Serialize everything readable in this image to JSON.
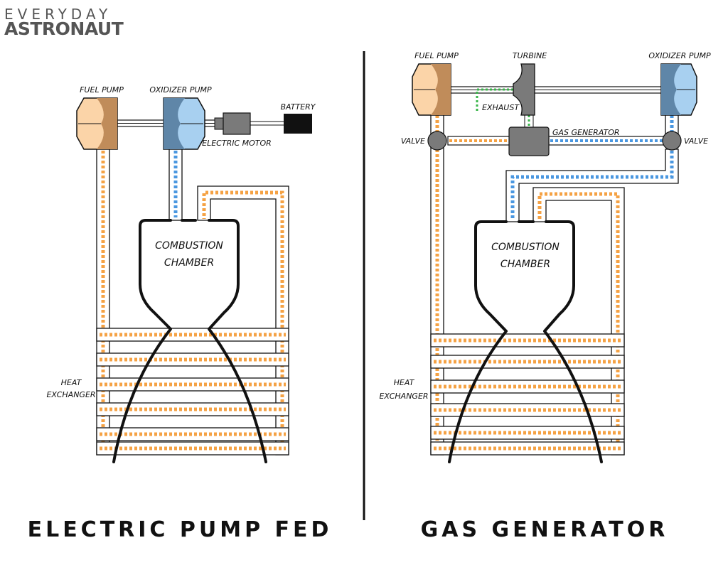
{
  "logo": {
    "line1": "EVERYDAY",
    "line2": "ASTRONAUT"
  },
  "colors": {
    "fuel": "#f5a244",
    "oxidizer": "#4a97e0",
    "exhaust": "#39b54a",
    "fuel_pump_light": "#fbd4a8",
    "fuel_pump_dark": "#c08c5a",
    "ox_pump_light": "#a8d0f0",
    "ox_pump_dark": "#5f86a8",
    "grey": "#7a7a7a"
  },
  "left": {
    "title": "ELECTRIC PUMP FED",
    "fuel_pump": "FUEL PUMP",
    "oxidizer_pump": "OXIDIZER PUMP",
    "electric_motor": "ELECTRIC MOTOR",
    "battery": "BATTERY",
    "chamber_line1": "COMBUSTION",
    "chamber_line2": "CHAMBER",
    "heat_line1": "HEAT",
    "heat_line2": "EXCHANGER"
  },
  "right": {
    "title": "GAS GENERATOR",
    "fuel_pump": "FUEL PUMP",
    "turbine": "TURBINE",
    "oxidizer_pump": "OXIDIZER PUMP",
    "exhaust": "EXHAUST",
    "gas_generator": "GAS GENERATOR",
    "valve_left": "VALVE",
    "valve_right": "VALVE",
    "chamber_line1": "COMBUSTION",
    "chamber_line2": "CHAMBER",
    "heat_line1": "HEAT",
    "heat_line2": "EXCHANGER"
  }
}
